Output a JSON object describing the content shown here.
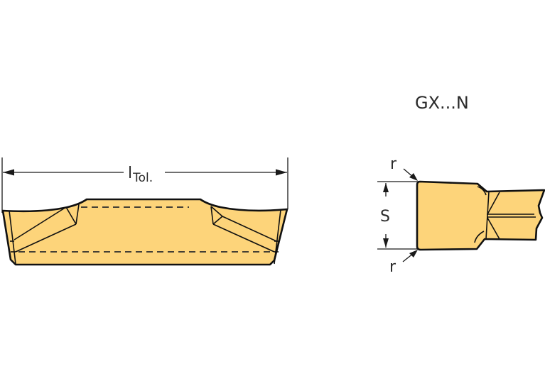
{
  "diagram": {
    "type": "technical drawing - grooving insert",
    "colors": {
      "insert_fill": "#FDD47A",
      "outline": "#111111",
      "dimension_line": "#1a1a1a",
      "text": "#2b2b2b",
      "background": "#FFFFFF"
    },
    "side_view": {
      "length_dimension": {
        "symbol": "l",
        "subscript": "Tol."
      }
    },
    "end_view": {
      "title": "GX...N",
      "width_dimension": "S",
      "corner_radius_top": "r",
      "corner_radius_bottom": "r"
    }
  }
}
